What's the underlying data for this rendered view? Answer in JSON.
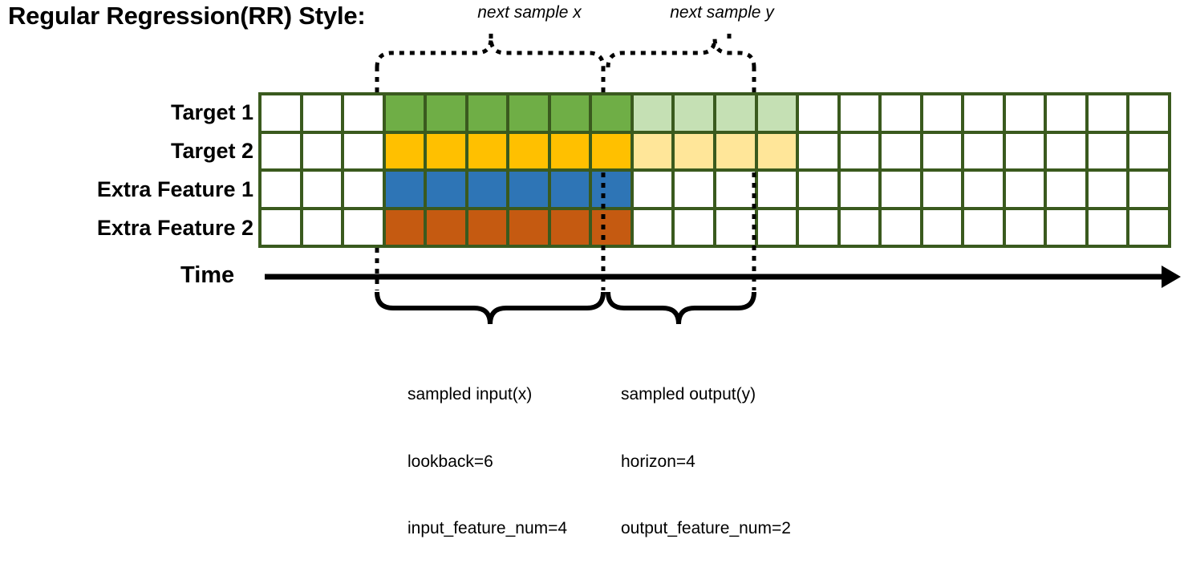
{
  "title": "Regular Regression(RR) Style:",
  "rows": [
    {
      "label": "Target 1",
      "name": "target-1"
    },
    {
      "label": "Target 2",
      "name": "target-2"
    },
    {
      "label": "Extra Feature 1",
      "name": "extra-feature-1"
    },
    {
      "label": "Extra Feature 2",
      "name": "extra-feature-2"
    }
  ],
  "time_axis": {
    "label": "Time"
  },
  "top_braces": [
    {
      "label": "next sample x",
      "name": "next-sample-x"
    },
    {
      "label": "next sample y",
      "name": "next-sample-y"
    }
  ],
  "bottom_annotations": [
    {
      "name": "sampled-input",
      "line1": "sampled input(x)",
      "line2": "lookback=6",
      "line3": "input_feature_num=4"
    },
    {
      "name": "sampled-output",
      "line1": "sampled output(y)",
      "line2": "horizon=4",
      "line3": "output_feature_num=2"
    }
  ],
  "grid": {
    "columns": 22,
    "rows": 4,
    "input_start_col": 4,
    "input_end_col": 9,
    "output_start_col": 10,
    "output_end_col": 13,
    "cells": [
      [
        "white",
        "white",
        "white",
        "green",
        "green",
        "green",
        "green",
        "green",
        "green",
        "light-green",
        "light-green",
        "light-green",
        "light-green",
        "white",
        "white",
        "white",
        "white",
        "white",
        "white",
        "white",
        "white",
        "white"
      ],
      [
        "white",
        "white",
        "white",
        "yellow",
        "yellow",
        "yellow",
        "yellow",
        "yellow",
        "yellow",
        "light-yellow",
        "light-yellow",
        "light-yellow",
        "light-yellow",
        "white",
        "white",
        "white",
        "white",
        "white",
        "white",
        "white",
        "white",
        "white"
      ],
      [
        "white",
        "white",
        "white",
        "blue",
        "blue",
        "blue",
        "blue",
        "blue",
        "blue",
        "white",
        "white",
        "white",
        "white",
        "white",
        "white",
        "white",
        "white",
        "white",
        "white",
        "white",
        "white",
        "white"
      ],
      [
        "white",
        "white",
        "white",
        "orange",
        "orange",
        "orange",
        "orange",
        "orange",
        "orange",
        "white",
        "white",
        "white",
        "white",
        "white",
        "white",
        "white",
        "white",
        "white",
        "white",
        "white",
        "white",
        "white"
      ]
    ]
  },
  "colors": {
    "white": "#FFFFFF",
    "green": "#6FAE46",
    "light-green": "#C5E0B4",
    "yellow": "#FFC000",
    "light-yellow": "#FFE699",
    "blue": "#2E75B6",
    "orange": "#C55A11",
    "grid_border": "#3A5A1E",
    "line": "#000000"
  }
}
